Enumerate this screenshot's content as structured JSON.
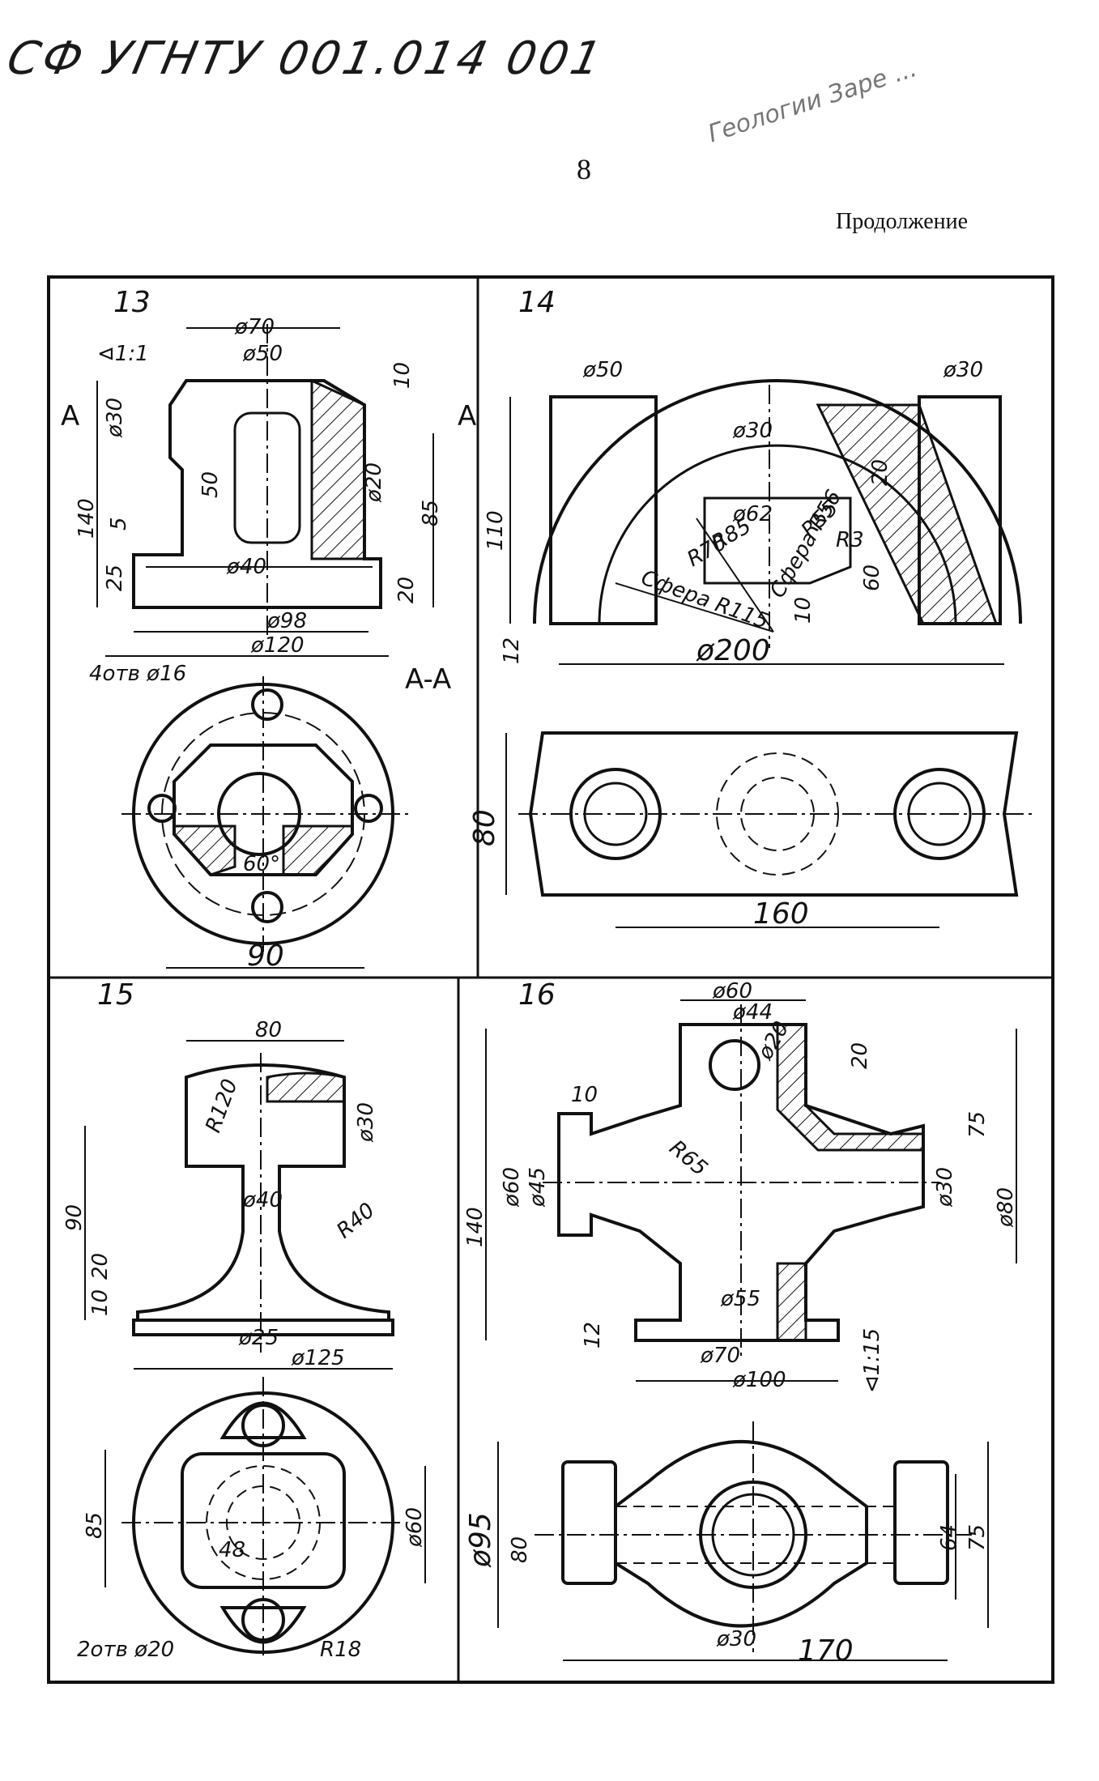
{
  "header": {
    "doc_code": "СФ УГНТУ 001.014 001",
    "page_number": "8",
    "stamp_text": "Геологии Заре ...",
    "continuation": "Продолжение"
  },
  "panels": {
    "p13": {
      "number": "13",
      "dims": [
        "⊲1:1",
        "ø70",
        "ø50",
        "ø30",
        "10",
        "ø20",
        "50",
        "85",
        "140",
        "5",
        "25",
        "ø40",
        "20",
        "ø98",
        "ø120",
        "4отв ø16",
        "A-A",
        "60°",
        "90"
      ],
      "section_mark": "A"
    },
    "p14": {
      "number": "14",
      "dims": [
        "ø50",
        "ø30",
        "ø30",
        "20",
        "110",
        "ø62",
        "R85",
        "R70",
        "R55",
        "R3",
        "Сфера R115",
        "Сфера R56",
        "60",
        "10",
        "12",
        "ø200",
        "80",
        "160"
      ]
    },
    "p15": {
      "number": "15",
      "dims": [
        "80",
        "R120",
        "ø30",
        "90",
        "ø40",
        "R40",
        "10",
        "20",
        "ø25",
        "ø125",
        "85",
        "ø60",
        "48",
        "2отв ø20",
        "R18"
      ]
    },
    "p16": {
      "number": "16",
      "dims": [
        "ø60",
        "ø44",
        "ø20",
        "20",
        "10",
        "R65",
        "75",
        "ø60",
        "ø45",
        "140",
        "ø30",
        "ø80",
        "ø55",
        "12",
        "ø70",
        "ø100",
        "⊲1:15",
        "ø95",
        "80",
        "64",
        "75",
        "ø30",
        "170"
      ]
    }
  }
}
